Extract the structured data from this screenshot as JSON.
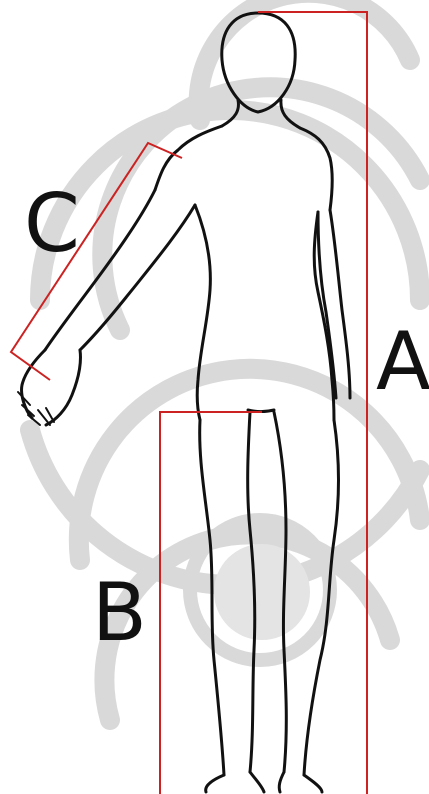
{
  "labels": {
    "a": "A",
    "b": "B",
    "c": "C"
  },
  "colors": {
    "measure_line": "#cc2222",
    "outline": "#111111",
    "watermark": "#d9d9d9",
    "background": "#ffffff"
  }
}
